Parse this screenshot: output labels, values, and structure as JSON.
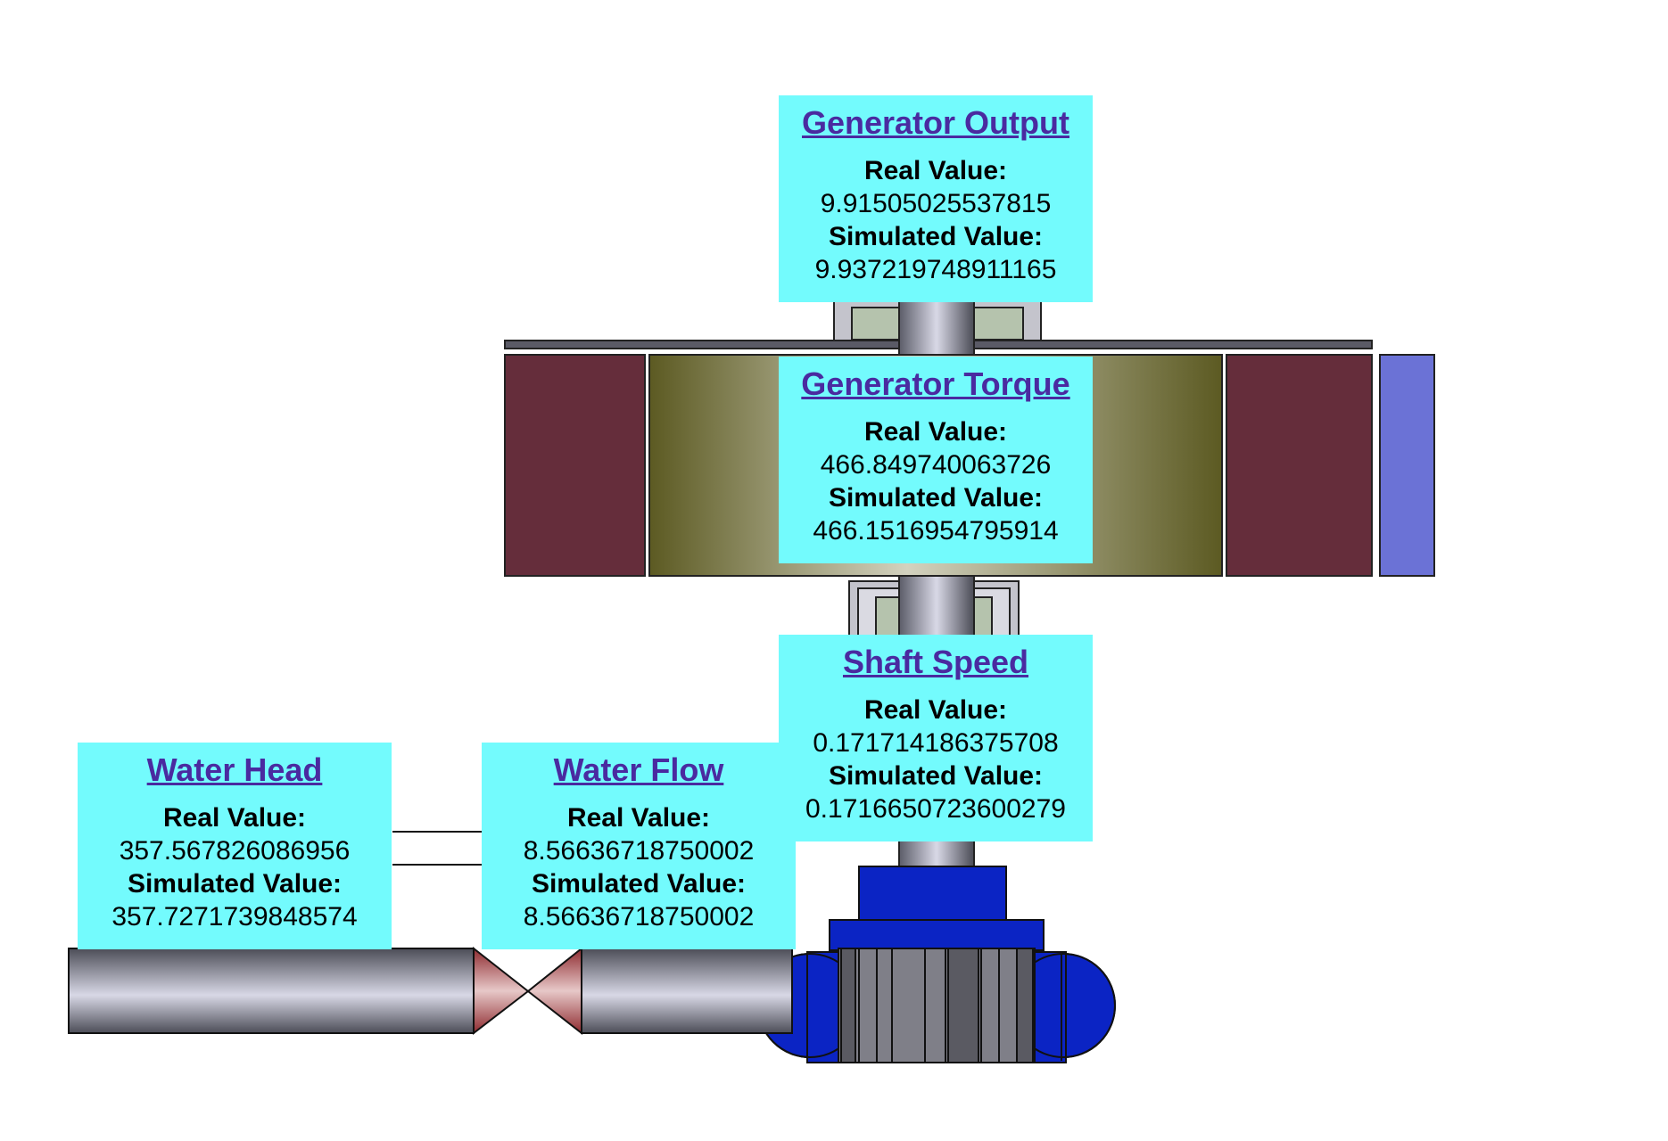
{
  "colors": {
    "panel_bg": "#73fbfd",
    "link": "#4a2aa0",
    "stator": "#652d3b",
    "exciter": "#6b72d6",
    "rotor_dark": "#5c5a22",
    "rotor_light": "#c9c8b5",
    "turbine_blue": "#0b24c4",
    "pipe_mid": "#d8d8e6",
    "valve_red": "#c1363c"
  },
  "panels": [
    {
      "id": "generator-output",
      "title": "Generator Output",
      "real_label": "Real Value:",
      "real_value": "9.91505025537815",
      "sim_label": "Simulated Value:",
      "sim_value": "9.937219748911165"
    },
    {
      "id": "generator-torque",
      "title": "Generator Torque",
      "real_label": "Real Value:",
      "real_value": "466.849740063726",
      "sim_label": "Simulated Value:",
      "sim_value": "466.1516954795914"
    },
    {
      "id": "shaft-speed",
      "title": "Shaft Speed",
      "real_label": "Real Value:",
      "real_value": "0.171714186375708",
      "sim_label": "Simulated Value:",
      "sim_value": "0.1716650723600279"
    },
    {
      "id": "water-head",
      "title": "Water Head",
      "real_label": "Real Value:",
      "real_value": "357.567826086956",
      "sim_label": "Simulated Value:",
      "sim_value": "357.7271739848574"
    },
    {
      "id": "water-flow",
      "title": "Water Flow",
      "real_label": "Real Value:",
      "real_value": "8.56636718750002",
      "sim_label": "Simulated Value:",
      "sim_value": "8.56636718750002"
    }
  ]
}
